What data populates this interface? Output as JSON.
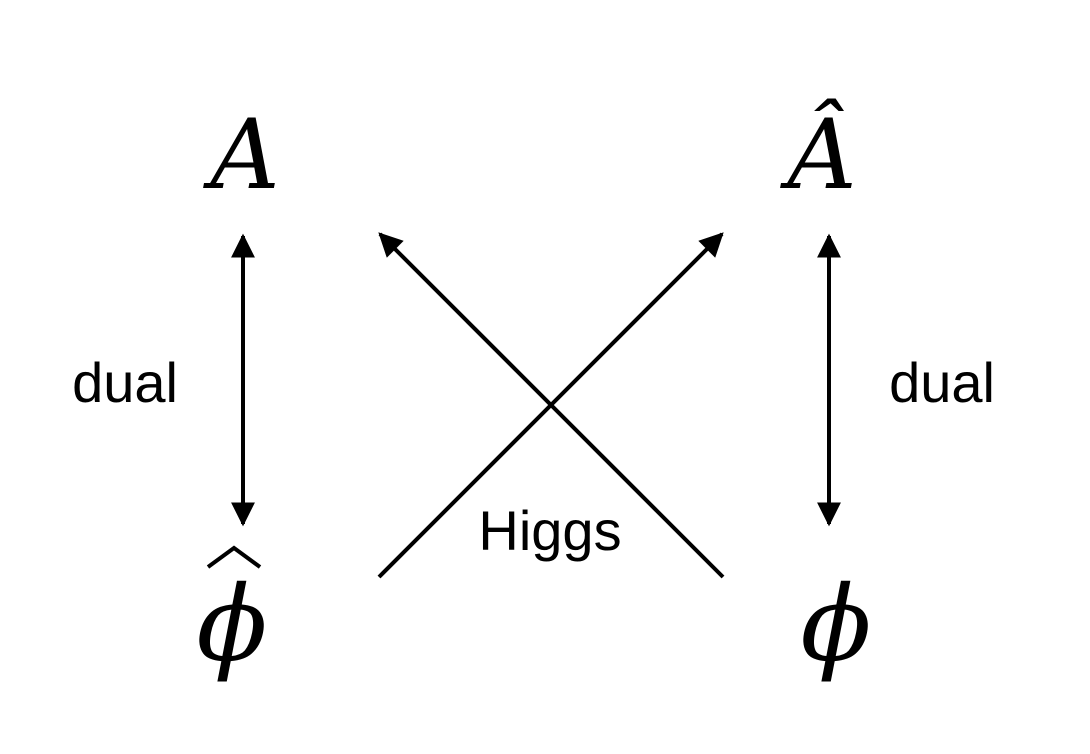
{
  "nodes": {
    "top_left": "A",
    "top_right": "Â",
    "bottom_left": "ϕ",
    "bottom_right": "ϕ"
  },
  "edges": {
    "left_label": "dual",
    "right_label": "dual",
    "center_label": "Higgs"
  },
  "colors": {
    "ink": "#000000",
    "background": "#ffffff"
  }
}
